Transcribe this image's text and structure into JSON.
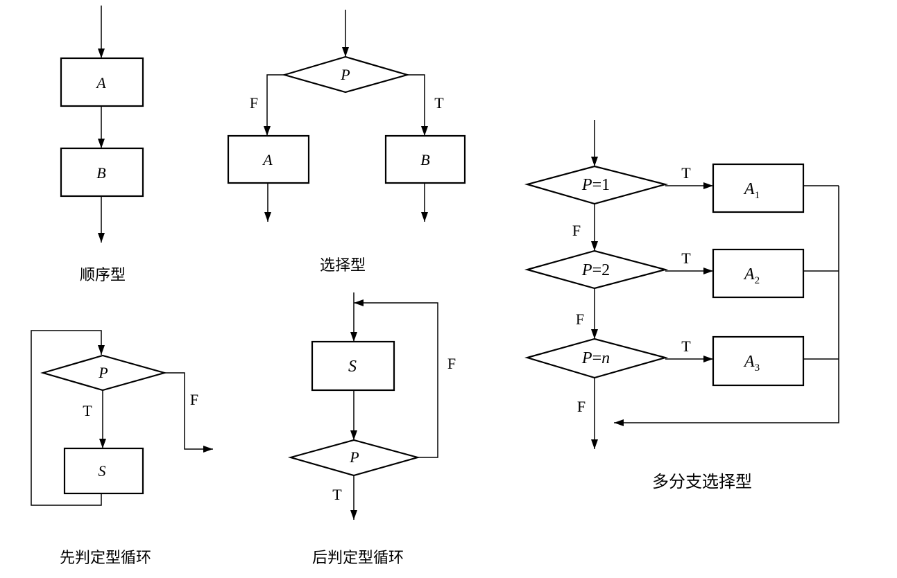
{
  "sequence": {
    "box_a": "A",
    "box_b": "B",
    "caption": "顺序型"
  },
  "selection": {
    "condition": "P",
    "false_label": "F",
    "true_label": "T",
    "box_a": "A",
    "box_b": "B",
    "caption": "选择型"
  },
  "while_loop": {
    "condition": "P",
    "true_label": "T",
    "false_label": "F",
    "body": "S",
    "caption": "先判定型循环"
  },
  "until_loop": {
    "body": "S",
    "condition": "P",
    "false_label": "F",
    "true_label": "T",
    "caption": "后判定型循环"
  },
  "multi_branch": {
    "cond1": {
      "var": "P",
      "op": "=",
      "val": "1"
    },
    "cond2": {
      "var": "P",
      "op": "=",
      "val": "2"
    },
    "cond3": {
      "var": "P",
      "op": "=",
      "val": "n"
    },
    "action1": {
      "name": "A",
      "sub": "1"
    },
    "action2": {
      "name": "A",
      "sub": "2"
    },
    "action3": {
      "name": "A",
      "sub": "3"
    },
    "true_label": "T",
    "false_label": "F",
    "caption": "多分支选择型"
  }
}
